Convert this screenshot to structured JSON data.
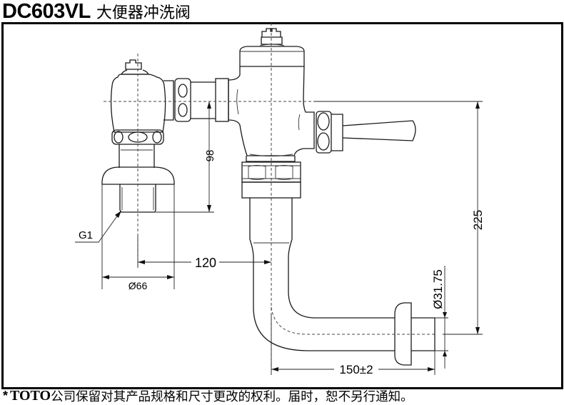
{
  "header": {
    "model": "DC603VL",
    "product_name": "大便器冲洗阀"
  },
  "drawing": {
    "dimensions": {
      "height_inlet_to_thread": "98",
      "overall_height": "225",
      "inlet_offset": "120",
      "escutcheon_diameter": "Ø66",
      "outlet_pipe_diameter": "Ø31.75",
      "outlet_length": "150±2"
    },
    "callouts": {
      "inlet_thread": "G1"
    }
  },
  "footer": {
    "star": "*",
    "brand": "TOTO",
    "note": "公司保留对其产品规格和尺寸更改的权利。届时，恕不另行通知。"
  }
}
